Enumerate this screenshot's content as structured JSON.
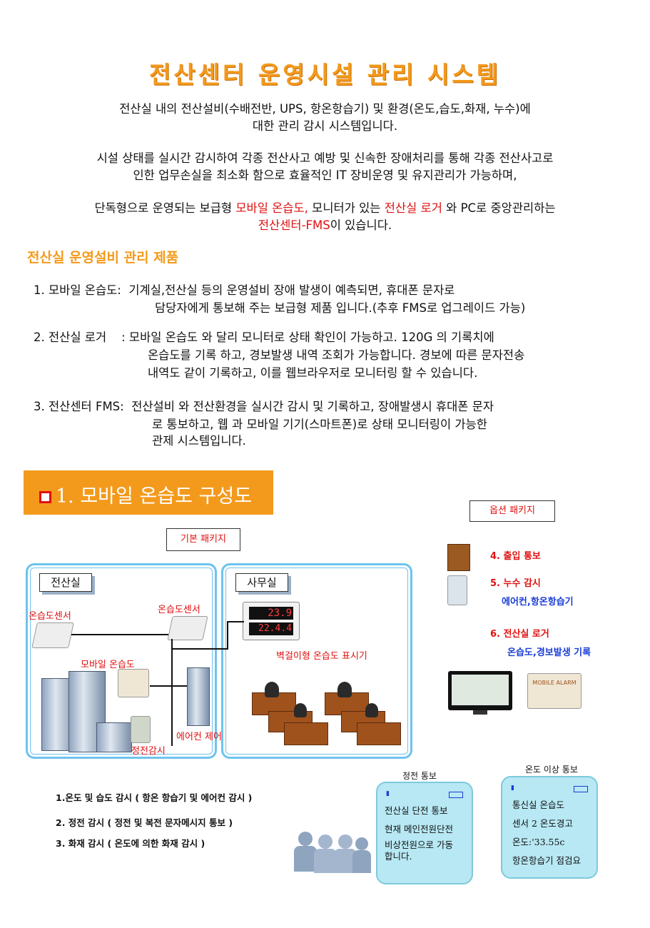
{
  "title": "전산센터 운영시설 관리 시스템",
  "intro": {
    "line1": "전산실 내의 전산설비(수배전반, UPS, 항온항습기) 및 환경(온도,습도,화재, 누수)에",
    "line2": "대한 관리 감시 시스템입니다.",
    "line3": "시설 상태를 실시간 감시하여 각종 전산사고 예방 및 신속한 장애처리를 통해 각종 전산사고로",
    "line4": "인한 업무손실을 최소화 함으로 효율적인 IT 장비운영 및 유지관리가 가능하며,",
    "line5_a": "단독형으로 운영되는 보급형 ",
    "line5_b": "모바일 온습도,",
    "line5_c": " 모니터가 있는 ",
    "line5_d": "전산실 로거",
    "line5_e": " 와 PC로 중앙관리하는",
    "line6_a": "전산센터-FMS",
    "line6_b": "이  있습니다."
  },
  "section_title": "전산실 운영설비 관리 제품",
  "products": [
    {
      "line1": "1. 모바일 온습도:  기계실,전산실 등의 운영설비 장애 발생이 예측되면, 휴대폰 문자로",
      "line2": "담당자에게 통보해 주는 보급형 제품 입니다.(추후 FMS로 업그레이드 가능)"
    },
    {
      "line1": "2. 전산실 로거    : 모바일 온습도 와 달리 모니터로 상태 확인이 가능하고. 120G 의 기록치에",
      "line2": "온습도를 기록 하고, 경보발생 내역 조회가 가능합니다. 경보에 따른 문자전송",
      "line3": "내역도 같이 기록하고, 이를 웹브라우저로 모니터링 할 수 있습니다."
    },
    {
      "line1": "3. 전산센터 FMS:  전산설비 와 전산환경을 실시간 감시 및 기록하고, 장애발생시 휴대폰 문자",
      "line2": "로 통보하고, 웹 과 모바일 기기(스마트폰)로 상태 모니터링이 가능한",
      "line3": "관제 시스템입니다."
    }
  ],
  "banner": "1. 모바일 온습도 구성도",
  "diagram": {
    "basic_package": "기본 패키지",
    "option_package": "옵션 패키지",
    "room1": "전산실",
    "room2": "사무실",
    "sensor1": "온습도센서",
    "sensor2": "온습도센서",
    "display_label": "벽걸이형  온습도 표시기",
    "display_value1": "23.9",
    "display_value2": "22.4.4",
    "mobile_label": "모바일 온습도",
    "aircon_label": "에어컨 제어",
    "power_label": "정전감시",
    "opt4": "4. 출입 통보",
    "opt5": "5. 누수 감시",
    "opt5_sub": "에어컨,항온항습기",
    "opt6": "6.  전산실 로거",
    "opt6_sub": "온습도,경보발생 기록",
    "device_brand": "MOBILE ALARM"
  },
  "features": [
    "1.온도 및 습도 감시 ( 항온 항습기 및 에어컨 감시 )",
    "2. 정전 감시 ( 정전 및  복전 문자메시지 통보 )",
    "3. 화재 감시 ( 온도에 의한 화재 감시 )"
  ],
  "phone1": {
    "caption": "정전  통보",
    "lines": [
      "전산실 단전 통보",
      "현재 메인전원단전",
      "비상전원으로 가동",
      "합니다."
    ]
  },
  "phone2": {
    "caption": "온도 이상 통보",
    "lines": [
      "통신실  온습도",
      "센서 2 온도경고",
      "온도:'33.55c",
      "항온항습기 점검요"
    ]
  },
  "colors": {
    "accent": "#f39a1c",
    "red": "#e01010",
    "blue": "#1a3dd6",
    "room_border": "#6ec3ee"
  }
}
